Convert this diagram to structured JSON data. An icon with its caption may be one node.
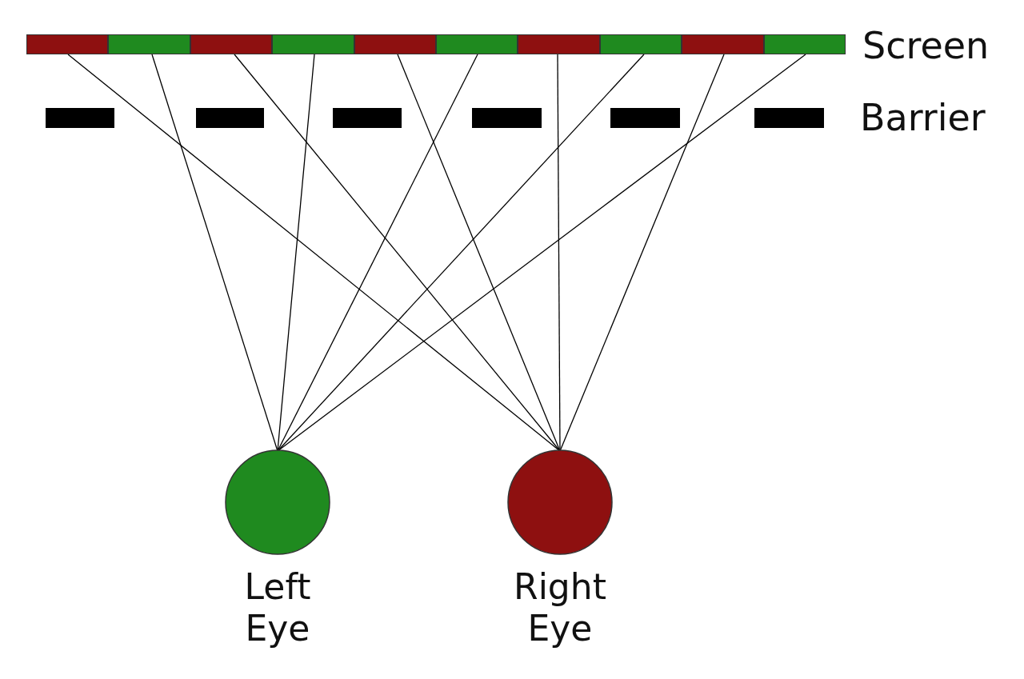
{
  "diagram": {
    "nodes": [
      {
        "text": [],
        "shape": "bar"
      },
      {
        "text": [],
        "shape": "bar"
      },
      {
        "text": [],
        "shape": "bar"
      },
      {
        "text": [],
        "shape": "bar"
      },
      {
        "text": [],
        "shape": "bar"
      },
      {
        "text": [],
        "shape": "bar"
      },
      {
        "text": [],
        "shape": "bar"
      },
      {
        "text": [],
        "shape": "bar"
      },
      {
        "text": [],
        "shape": "bar"
      },
      {
        "text": [],
        "shape": "bar"
      },
      {
        "text": [
          "Left Eye"
        ]
      },
      {
        "text": [
          "Right Eye"
        ]
      }
    ],
    "edges": [
      {
        "from": 0,
        "to": 11,
        "arrow": "none"
      },
      {
        "from": 1,
        "to": 10,
        "arrow": "none"
      },
      {
        "from": 2,
        "to": 11,
        "arrow": "none"
      },
      {
        "from": 3,
        "to": 10,
        "arrow": "none"
      },
      {
        "from": 4,
        "to": 11,
        "arrow": "none"
      },
      {
        "from": 5,
        "to": 10,
        "arrow": "none"
      },
      {
        "from": 6,
        "to": 11,
        "arrow": "none"
      },
      {
        "from": 7,
        "to": 10,
        "arrow": "none"
      },
      {
        "from": 8,
        "to": 11,
        "arrow": "none"
      },
      {
        "from": 9,
        "to": 10,
        "arrow": "none"
      }
    ],
    "labels": [
      "Screen",
      "Barrier"
    ]
  }
}
